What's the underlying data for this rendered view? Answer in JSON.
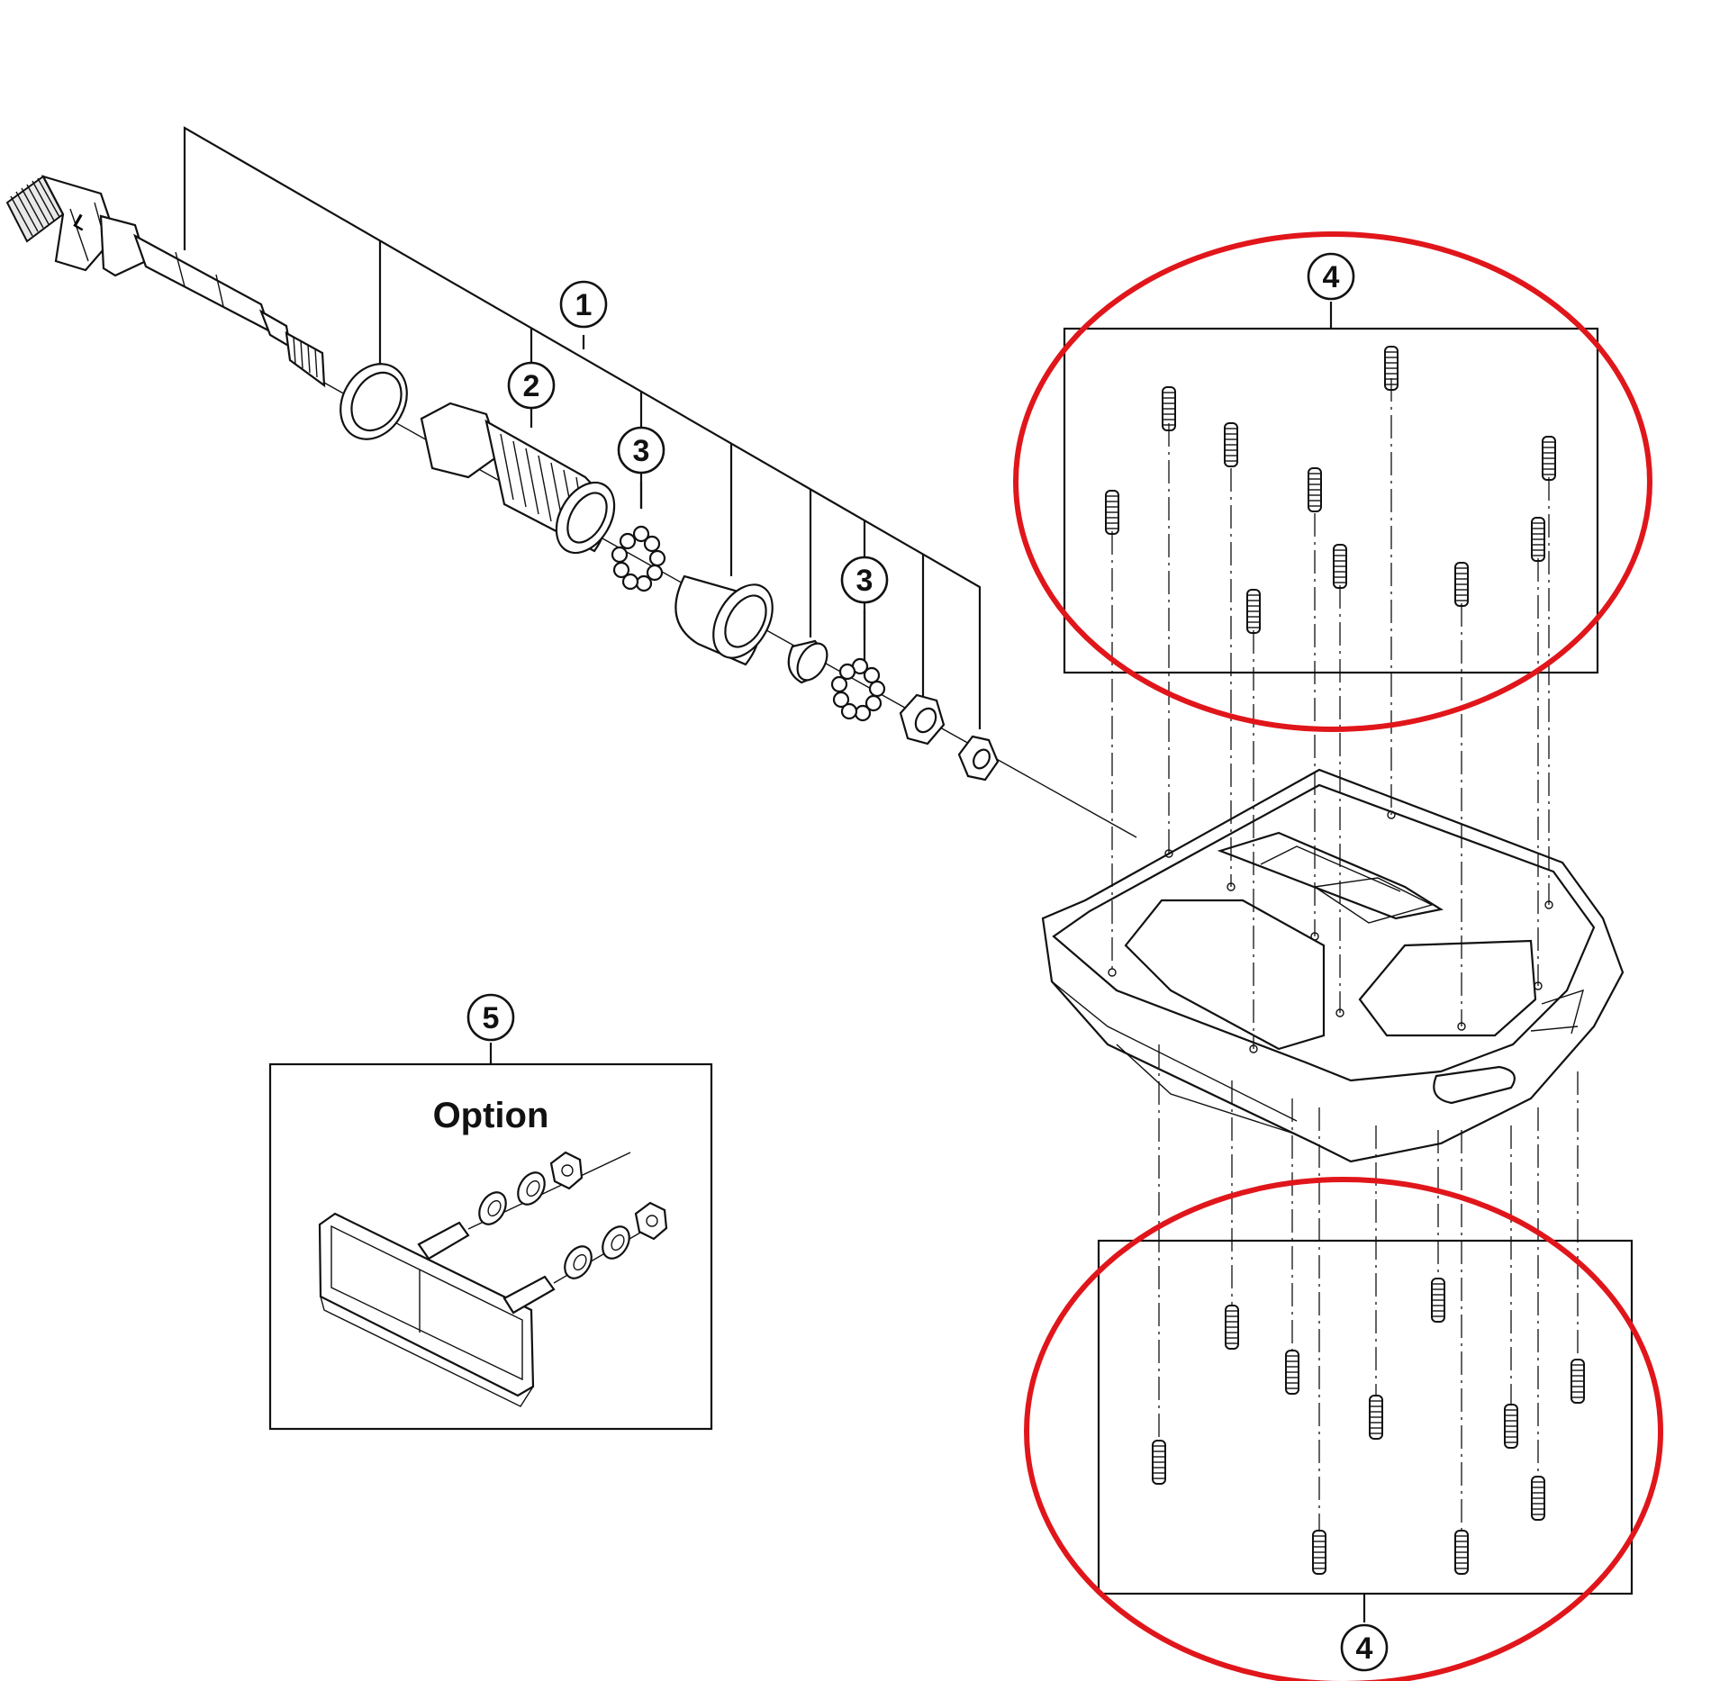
{
  "callouts": {
    "c1": "1",
    "c2": "2",
    "c3a": "3",
    "c3b": "3",
    "c4top": "4",
    "c4bottom": "4",
    "c5": "5"
  },
  "option_box": {
    "label": "Option"
  },
  "axle_marking": "L",
  "colors": {
    "line": "#111111",
    "highlight": "#e0161b",
    "background": "#ffffff"
  }
}
